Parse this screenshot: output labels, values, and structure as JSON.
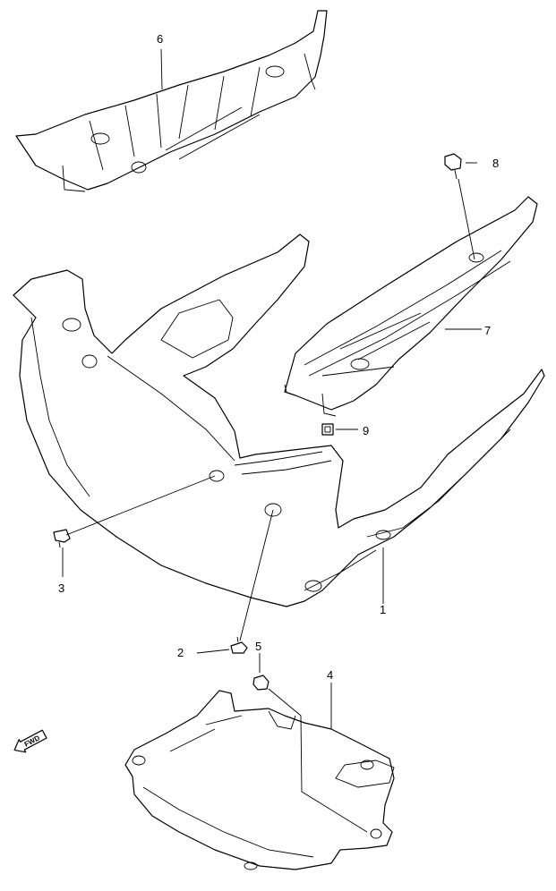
{
  "diagram": {
    "callouts": {
      "c1": "1",
      "c2": "2",
      "c3": "3",
      "c4": "4",
      "c5": "5",
      "c6": "6",
      "c7": "7",
      "c8": "8",
      "c9": "9"
    },
    "direction_marker": "FWD",
    "line_color": "#000000",
    "background": "#ffffff"
  }
}
